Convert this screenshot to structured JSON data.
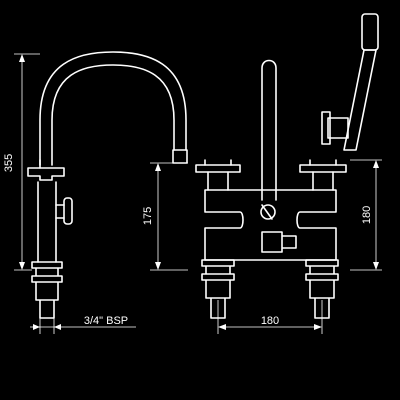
{
  "dimensions": {
    "total_height": "355",
    "spout_height": "175",
    "mixer_height": "180",
    "centres": "180",
    "thread": "3/4\" BSP"
  },
  "colors": {
    "background": "#000000",
    "line": "#ffffff"
  }
}
